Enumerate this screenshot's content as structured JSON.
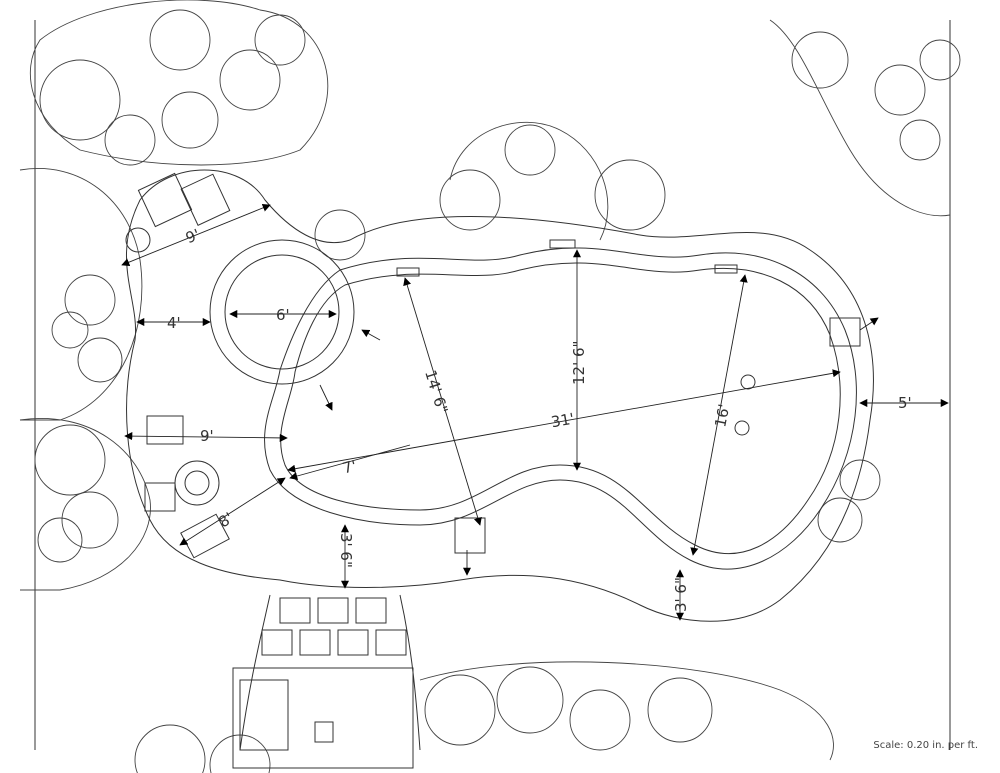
{
  "drawing": {
    "scale_label": "Scale: 0.20 in. per ft.",
    "dimensions": {
      "lounge_area_width": "9'",
      "walkway_left": "4'",
      "spa_diameter": "6'",
      "pool_width_left": "14' 6\"",
      "pool_width_middle": "12' 6\"",
      "pool_length": "31'",
      "pool_width_right": "16'",
      "deck_right": "5'",
      "deck_left": "9'",
      "pool_inner_left": "7'",
      "fire_area": "8'",
      "deck_bottom_left": "3' 6\"",
      "deck_bottom_right": "3' 6\""
    }
  }
}
